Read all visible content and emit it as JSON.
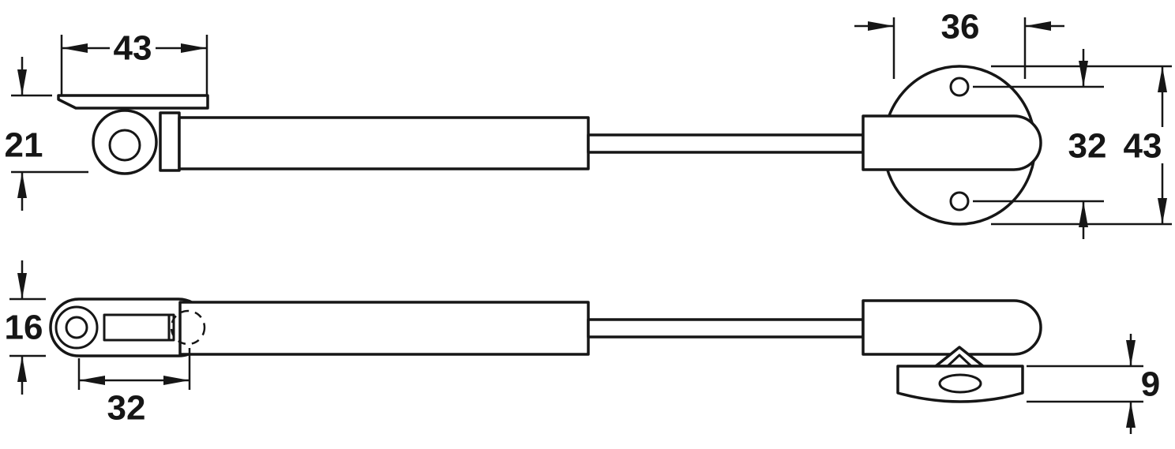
{
  "colors": {
    "line": "#161616",
    "background": "#ffffff"
  },
  "views": {
    "top": {
      "dimensions": {
        "bracket_width": "43",
        "bracket_height": "21",
        "plate_width": "36",
        "hole_spacing": "32",
        "plate_height": "43"
      }
    },
    "bottom": {
      "dimensions": {
        "eye_fitting_height": "16",
        "eye_to_pivot": "32",
        "base_plate_thickness": "9"
      }
    }
  }
}
